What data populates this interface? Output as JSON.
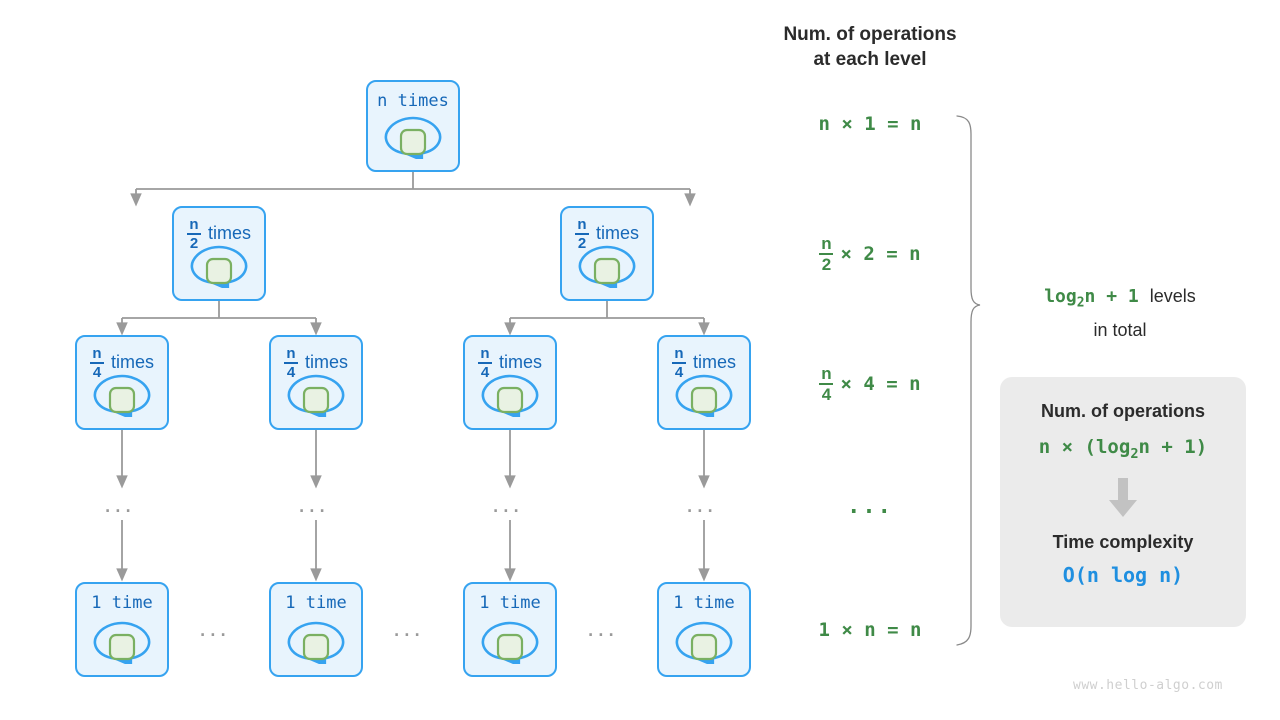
{
  "diagram": {
    "title_text": "Num. of operations\nat each level",
    "watermark": "www.hello-algo.com",
    "colors": {
      "node_fill": "#e8f4fd",
      "node_border": "#36a3f0",
      "node_text": "#1668b8",
      "inner_fill": "#e9f2e3",
      "inner_border": "#7ab062",
      "wire": "#9a9a9a",
      "green": "#3f8a47",
      "blue": "#1f8fe0",
      "summary_bg": "#ebebeb",
      "heading": "#2b2b2b",
      "watermark": "#cfcfcf"
    },
    "levels": [
      {
        "id": "level-1",
        "nodes": [
          {
            "label": "n times",
            "numerator": "",
            "denominator": ""
          }
        ],
        "operations": "n × 1 = n"
      },
      {
        "id": "level-2",
        "nodes": [
          {
            "label": "times",
            "numerator": "n",
            "denominator": "2"
          },
          {
            "label": "times",
            "numerator": "n",
            "denominator": "2"
          }
        ],
        "operations": "× 2 = n",
        "op_numerator": "n",
        "op_denominator": "2"
      },
      {
        "id": "level-3",
        "nodes": [
          {
            "label": "times",
            "numerator": "n",
            "denominator": "4"
          },
          {
            "label": "times",
            "numerator": "n",
            "denominator": "4"
          },
          {
            "label": "times",
            "numerator": "n",
            "denominator": "4"
          },
          {
            "label": "times",
            "numerator": "n",
            "denominator": "4"
          }
        ],
        "operations": "× 4 = n",
        "op_numerator": "n",
        "op_denominator": "4"
      },
      {
        "id": "level-ellipsis",
        "nodes": [
          {
            "label": "..."
          },
          {
            "label": "..."
          },
          {
            "label": "..."
          },
          {
            "label": "..."
          }
        ],
        "operations": "..."
      },
      {
        "id": "level-last",
        "nodes": [
          {
            "label": "1 time"
          },
          {
            "label": "1 time"
          },
          {
            "label": "1 time"
          },
          {
            "label": "1 time"
          }
        ],
        "operations": "1 × n = n"
      }
    ],
    "ellipsis": "...",
    "brace_note": {
      "formula_prefix": "log",
      "formula_sub": "2",
      "formula_suffix": "n + 1",
      "text_line1": "levels",
      "text_line2": "in total"
    },
    "summary": {
      "ops_heading": "Num. of operations",
      "ops_prefix": "n × (log",
      "ops_sub": "2",
      "ops_suffix": "n + 1)",
      "arrow_icon": "down-arrow-icon",
      "complexity_heading": "Time complexity",
      "complexity_value": "O(n log n)"
    }
  }
}
